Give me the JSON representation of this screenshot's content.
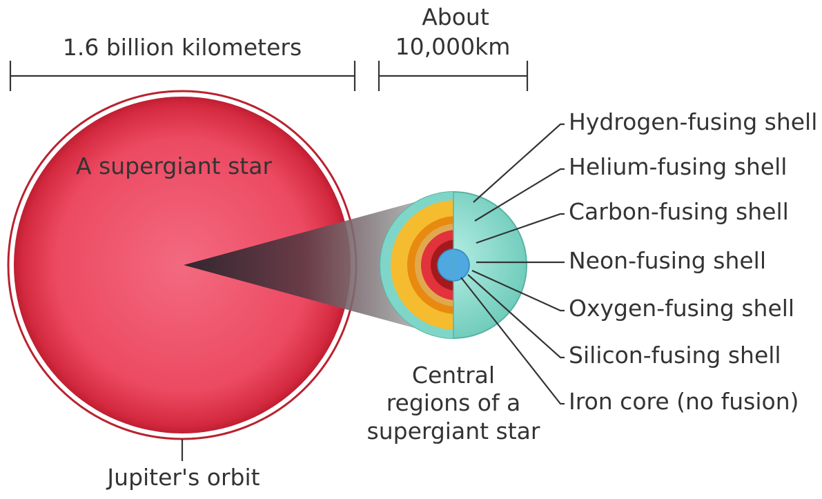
{
  "scale_bar_left": {
    "label": "1.6 billion kilometers"
  },
  "scale_bar_right": {
    "label_line1": "About",
    "label_line2": "10,000km"
  },
  "star": {
    "label": "A supergiant star",
    "orbit_label": "Jupiter's orbit"
  },
  "core": {
    "caption_line1": "Central",
    "caption_line2": "regions of a",
    "caption_line3": "supergiant star"
  },
  "layers": [
    {
      "label": "Hydrogen-fusing shell",
      "color": "#7fd6c8"
    },
    {
      "label": "Helium-fusing shell",
      "color": "#f5bc2f"
    },
    {
      "label": "Carbon-fusing shell",
      "color": "#e88a10"
    },
    {
      "label": "Neon-fusing shell",
      "color": "#e0a94f"
    },
    {
      "label": "Oxygen-fusing shell",
      "color": "#e2323b"
    },
    {
      "label": "Silicon-fusing shell",
      "color": "#a4191e"
    },
    {
      "label": "Iron core (no fusion)",
      "color": "#4fa8e0"
    }
  ],
  "colors": {
    "star_fill": "#e63a52",
    "star_rim": "#b8222e",
    "ink": "#333333"
  }
}
